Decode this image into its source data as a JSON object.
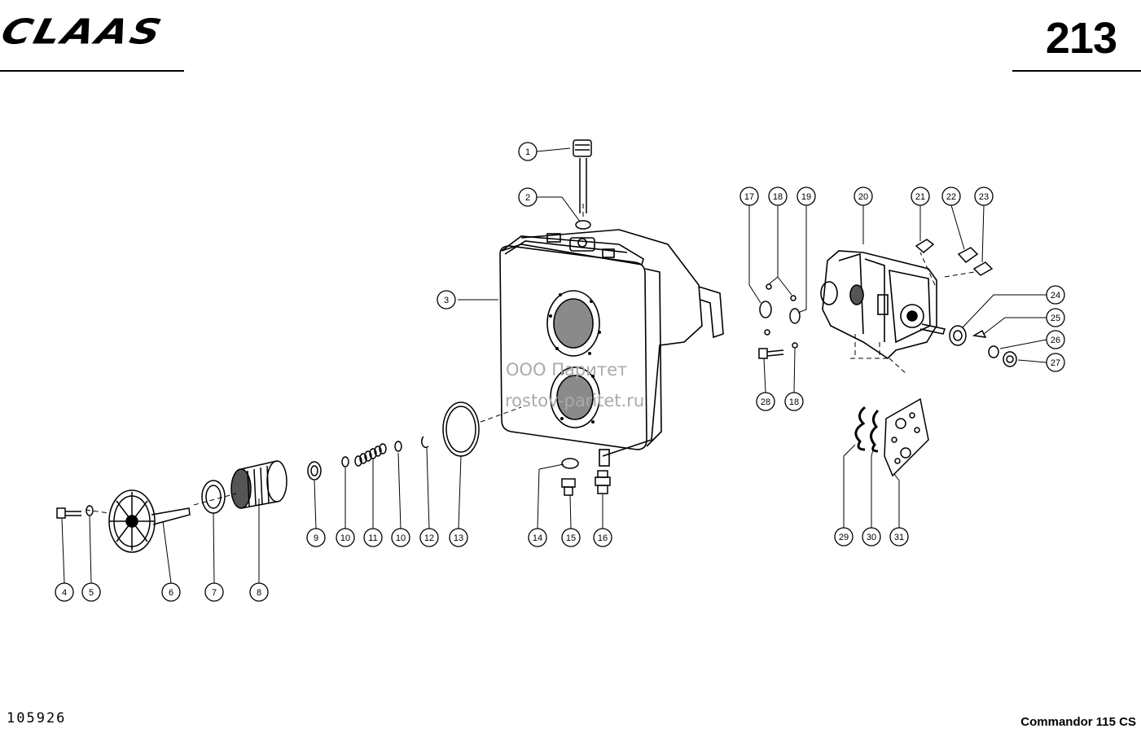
{
  "header": {
    "brand": "CLAAS",
    "page_number": "213"
  },
  "footer": {
    "drawing_number": "105926",
    "model": "Commandor 115 CS"
  },
  "watermark": {
    "line1": "ООО Паритет",
    "line2": "rostov-paritet.ru"
  },
  "callouts": [
    {
      "id": "c1",
      "label": "1"
    },
    {
      "id": "c2",
      "label": "2"
    },
    {
      "id": "c3",
      "label": "3"
    },
    {
      "id": "c4",
      "label": "4"
    },
    {
      "id": "c5",
      "label": "5"
    },
    {
      "id": "c6",
      "label": "6"
    },
    {
      "id": "c7",
      "label": "7"
    },
    {
      "id": "c8",
      "label": "8"
    },
    {
      "id": "c9",
      "label": "9"
    },
    {
      "id": "c10a",
      "label": "10"
    },
    {
      "id": "c11",
      "label": "11"
    },
    {
      "id": "c10b",
      "label": "10"
    },
    {
      "id": "c12",
      "label": "12"
    },
    {
      "id": "c13",
      "label": "13"
    },
    {
      "id": "c14",
      "label": "14"
    },
    {
      "id": "c15",
      "label": "15"
    },
    {
      "id": "c16",
      "label": "16"
    },
    {
      "id": "c17",
      "label": "17"
    },
    {
      "id": "c18a",
      "label": "18"
    },
    {
      "id": "c19",
      "label": "19"
    },
    {
      "id": "c20",
      "label": "20"
    },
    {
      "id": "c21",
      "label": "21"
    },
    {
      "id": "c22",
      "label": "22"
    },
    {
      "id": "c23",
      "label": "23"
    },
    {
      "id": "c24",
      "label": "24"
    },
    {
      "id": "c25",
      "label": "25"
    },
    {
      "id": "c26",
      "label": "26"
    },
    {
      "id": "c27",
      "label": "27"
    },
    {
      "id": "c28",
      "label": "28"
    },
    {
      "id": "c18b",
      "label": "18"
    },
    {
      "id": "c29",
      "label": "29"
    },
    {
      "id": "c30",
      "label": "30"
    },
    {
      "id": "c31",
      "label": "31"
    }
  ]
}
